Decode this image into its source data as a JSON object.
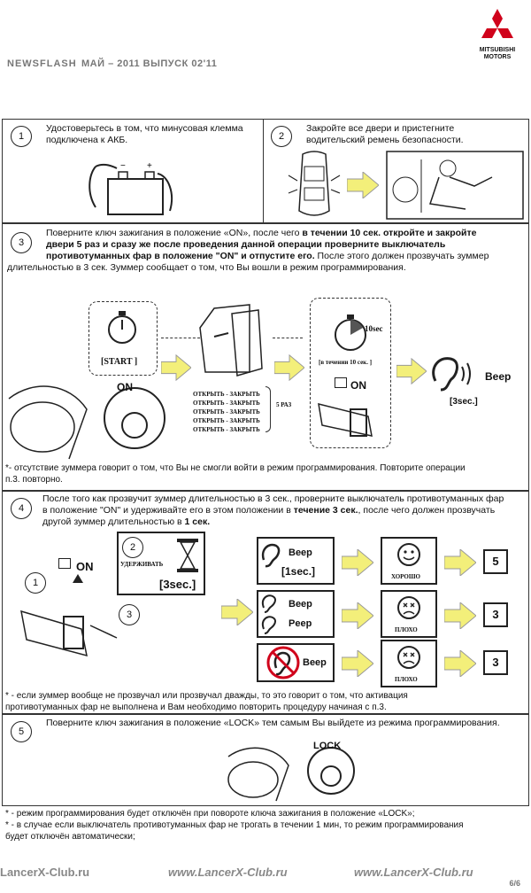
{
  "header": {
    "newsflash": "NEWSFLASH",
    "issue": "МАЙ – 2011 ВЫПУСК 02'11",
    "brand_line1": "MITSUBISHI",
    "brand_line2": "MOTORS",
    "brand_color": "#d0021b"
  },
  "step1": {
    "num": "1",
    "text_line1": "Удостоверьтесь в том, что минусовая клемма",
    "text_line2": "подключена к АКБ."
  },
  "step2": {
    "num": "2",
    "text_line1": "Закройте все двери и пристегните",
    "text_line2": "водительский ремень безопасности."
  },
  "step3": {
    "num": "3",
    "t1": "Поверните ключ зажигания в положение «ON», после чего ",
    "t1b": "в течении 10 сек. откройте и закройте",
    "t2b": "двери 5 раз и сразу же после проведения данной операции проверните выключатель",
    "t3b": "противотуманных фар в положение \"ON\" и отпустите его.",
    "t3": " После этого должен прозвучать зуммер",
    "t4": "длительностью в 3 сек. Зуммер сообщает о том, что Вы вошли в режим программирования.",
    "start_label": "[START ]",
    "on_label": "ON",
    "ten_sec": "10sec",
    "within_10": "[в течении 10 сек. ]",
    "open_close": [
      "ОТКРЫТЬ - ЗАКРЫТЬ",
      "ОТКРЫТЬ - ЗАКРЫТЬ",
      "ОТКРЫТЬ - ЗАКРЫТЬ",
      "ОТКРЫТЬ - ЗАКРЫТЬ",
      "ОТКРЫТЬ - ЗАКРЫТЬ"
    ],
    "five_times": "5 РАЗ",
    "on_label2": "ON",
    "beep": "Beep",
    "three_sec": "[3sec.]",
    "note1": "*- отсутствие зуммера говорит о том, что Вы не смогли войти в режим программирования. Повторите операции",
    "note2": "п.3. повторно."
  },
  "step4": {
    "num": "4",
    "t1": "После того как прозвучит зуммер длительностью в 3 сек., проверните выключатель противотуманных фар",
    "t2a": "в положение \"ON\" и удерживайте его в этом положении в ",
    "t2b": "течение 3 сек.",
    "t2c": ", после чего должен прозвучать",
    "t3a": "другой зуммер длительностью в ",
    "t3b": "1 сек.",
    "on_label": "ON",
    "hold_label": "УДЕРЖИВАТЬ",
    "hold_time": "[3sec.]",
    "c1": "1",
    "c2": "2",
    "c3": "3",
    "row1_beep": "Beep",
    "row1_time": "[1sec.]",
    "row1_result": "ХОРОШО",
    "row1_num": "5",
    "row2_beep1": "Beep",
    "row2_beep2": "Peep",
    "row2_result": "ПЛОХО",
    "row2_num": "3",
    "row3_beep": "Beep",
    "row3_result": "ПЛОХО",
    "row3_num": "3",
    "note1": "* - если зуммер вообще не прозвучал или прозвучал дважды, то это говорит о том, что активация",
    "note2": "противотуманных фар не выполнена и Вам необходимо повторить процедуру начиная с п.3."
  },
  "step5": {
    "num": "5",
    "text": "Поверните ключ зажигания в положение «LOCK» тем самым Вы выйдете из режима программирования.",
    "lock_label": "LOCK",
    "note1": "* - режим программирования будет отключён при повороте ключа зажигания в положение «LOCK»;",
    "note2": "* - в случае если выключатель противотуманных фар не трогать в течении 1 мин, то режим программирования",
    "note3": "будет отключён автоматически;"
  },
  "footer": {
    "left": "LancerX-Club.ru",
    "middle": "www.LancerX-Club.ru",
    "right": "www.LancerX-Club.ru",
    "page": "6/6"
  }
}
